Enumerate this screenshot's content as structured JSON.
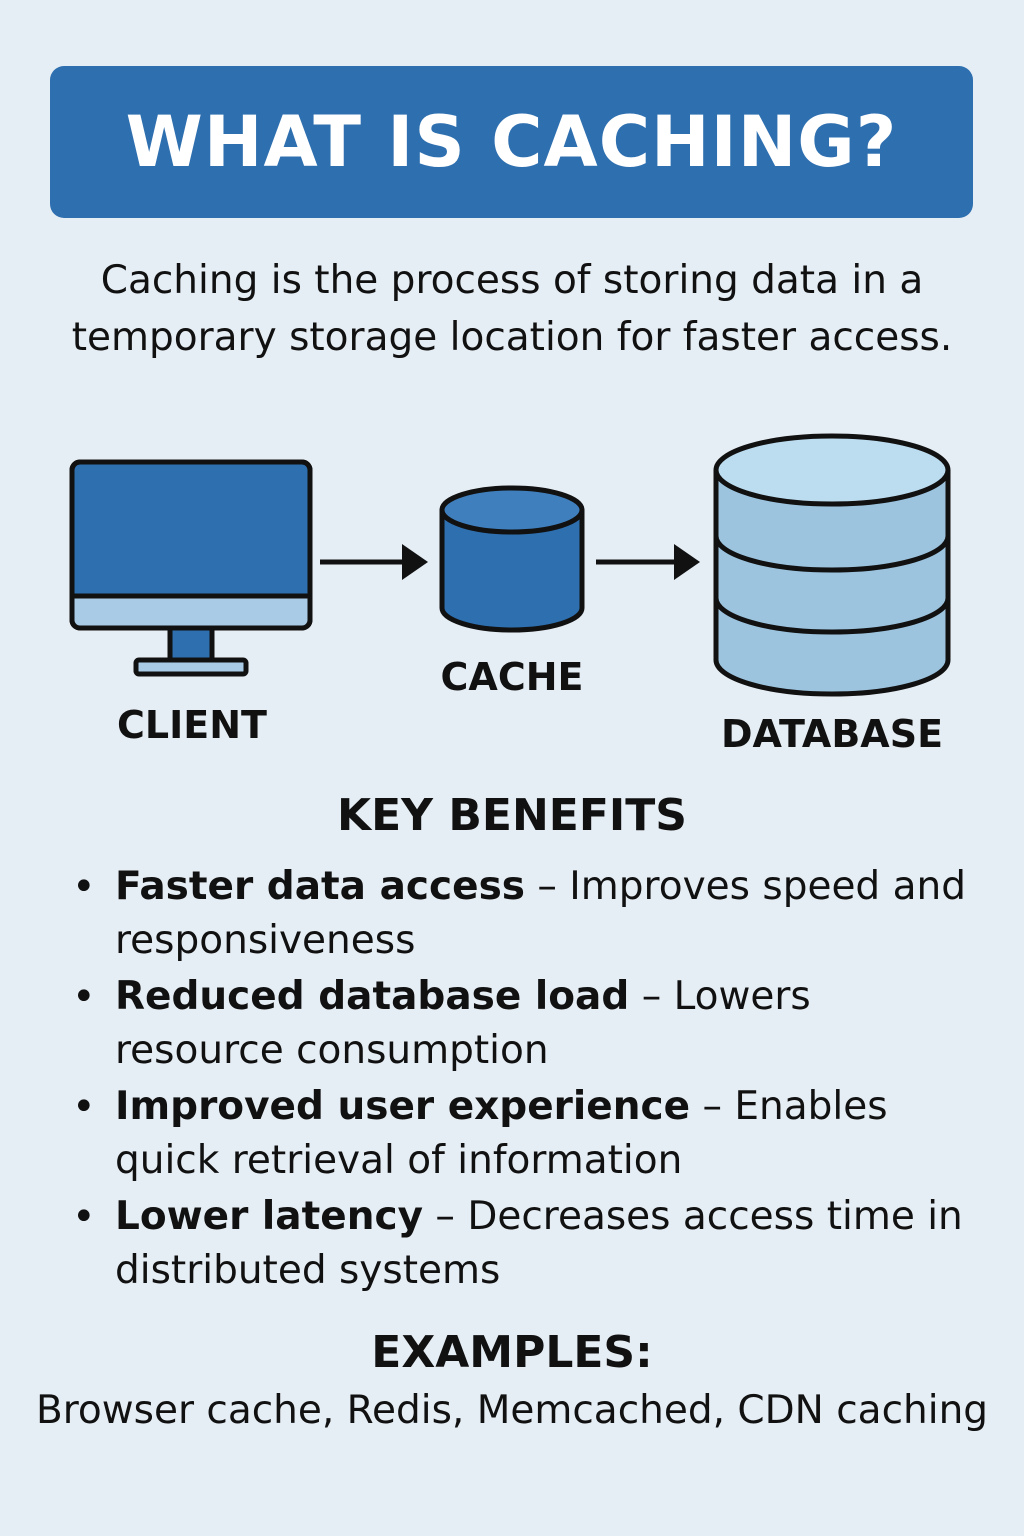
{
  "title": "WHAT IS CACHING?",
  "intro": "Caching is the process of storing data in a temporary storage location for faster access.",
  "diagram": {
    "nodes": [
      {
        "id": "client",
        "label": "CLIENT",
        "icon": "monitor-icon"
      },
      {
        "id": "cache",
        "label": "CACHE",
        "icon": "cylinder-icon"
      },
      {
        "id": "database",
        "label": "DATABASE",
        "icon": "database-stack-icon"
      }
    ],
    "edges": [
      {
        "from": "client",
        "to": "cache"
      },
      {
        "from": "cache",
        "to": "database"
      }
    ],
    "colors": {
      "primary": "#2e6fb0",
      "screen_base": "#a9cbe6",
      "database_fill": "#9cc4df",
      "database_top": "#bcdcf0",
      "outline": "#111111"
    }
  },
  "benefits": {
    "heading": "KEY BENEFITS",
    "items": [
      {
        "lead": "Faster data access",
        "sep": " – ",
        "detail": "Improves speed and responsiveness"
      },
      {
        "lead": "Reduced database load",
        "sep": " – ",
        "detail": "Lowers resource consumption"
      },
      {
        "lead": "Improved user experience",
        "sep": " – ",
        "detail": "Enables quick retrieval of information"
      },
      {
        "lead": "Lower latency",
        "sep": " – ",
        "detail": "Decreases access time in distributed systems"
      }
    ]
  },
  "examples": {
    "heading": "EXAMPLES:",
    "text": "Browser cache, Redis, Memcached, CDN caching"
  }
}
